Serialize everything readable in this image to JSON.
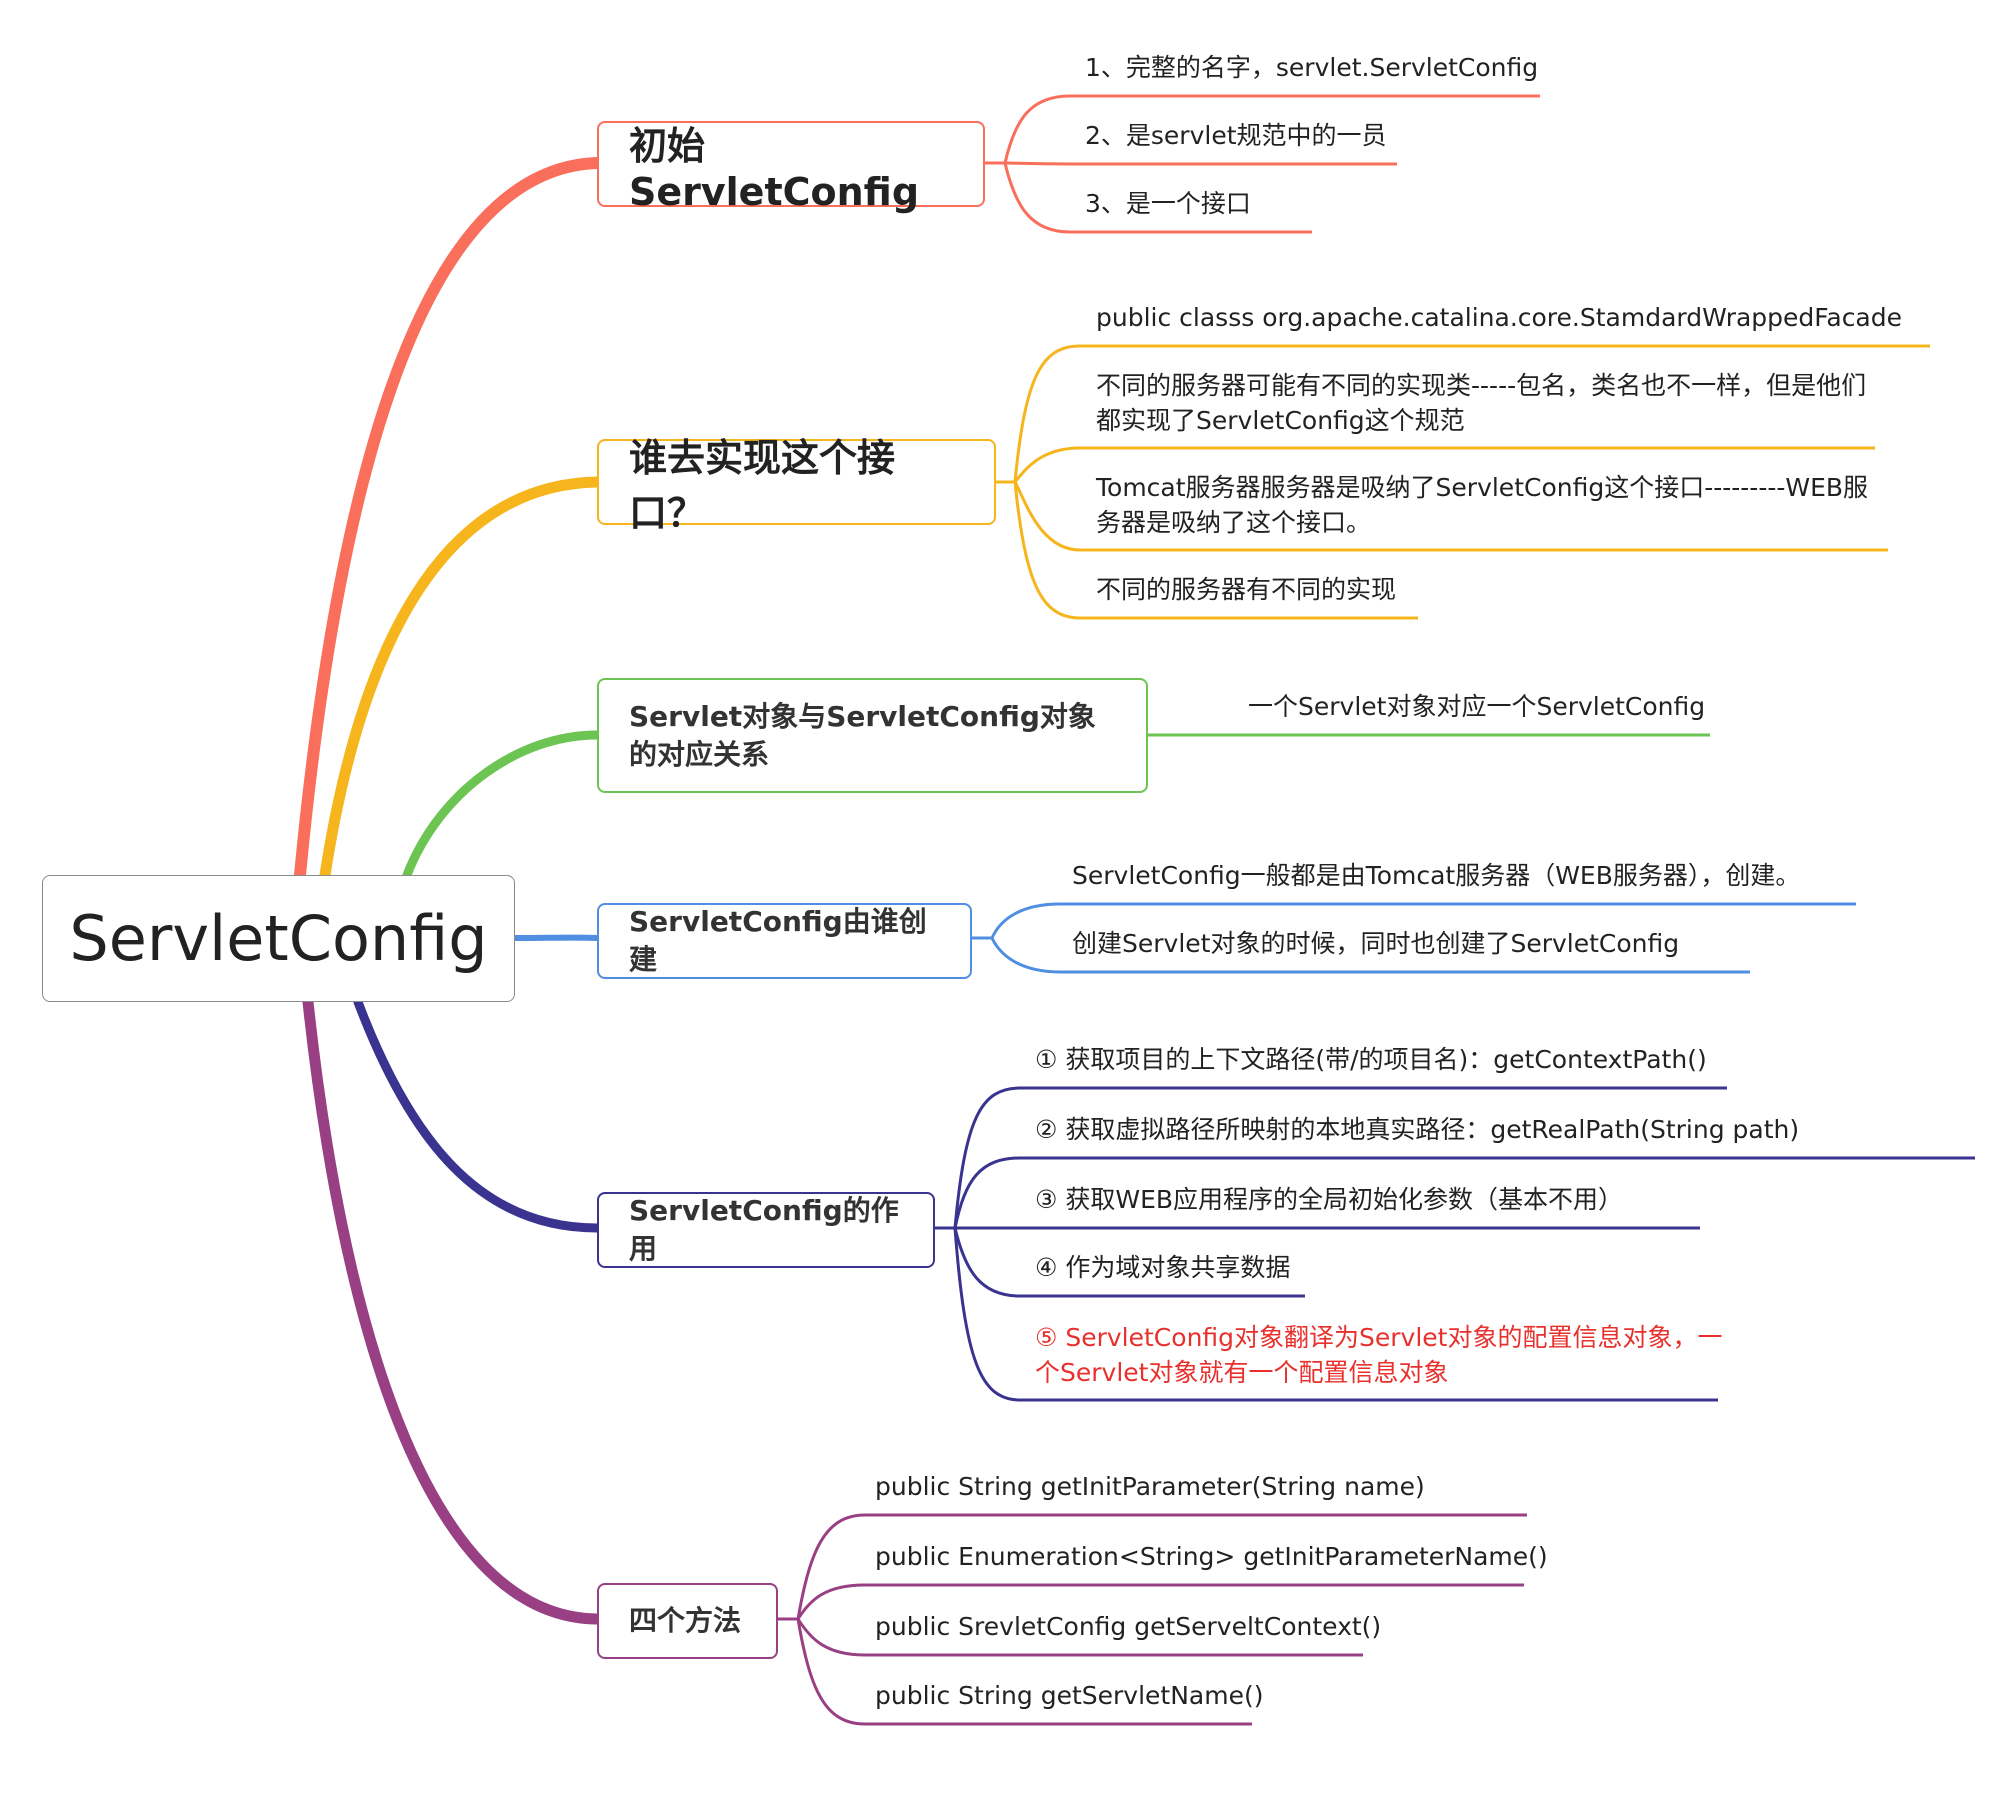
{
  "colors": {
    "root": "#8a8a8a",
    "b1": "#f96f5c",
    "b2": "#f6b51c",
    "b3": "#6cc553",
    "b4": "#4f8ee0",
    "b5": "#3a3390",
    "b6": "#984083",
    "highlight": "#e8302c"
  },
  "root": {
    "label": "ServletConfig"
  },
  "branches": [
    {
      "label": "初始ServletConfig",
      "items": [
        "1、完整的名字，servlet.ServletConfig",
        "2、是servlet规范中的一员",
        "3、是一个接口"
      ]
    },
    {
      "label": "谁去实现这个接口？",
      "items": [
        "public  classs    org.apache.catalina.core.StamdardWrappedFacade",
        "不同的服务器可能有不同的实现类-----包名，类名也不一样，但是他们都实现了ServletConfig这个规范",
        "Tomcat服务器服务器是吸纳了ServletConfig这个接口---------WEB服务器是吸纳了这个接口。",
        "不同的服务器有不同的实现"
      ]
    },
    {
      "label": "Servlet对象与ServletConfig对象的对应关系",
      "items": [
        "一个Servlet对象对应一个ServletConfig"
      ]
    },
    {
      "label": "ServletConfig由谁创建",
      "items": [
        "ServletConfig一般都是由Tomcat服务器（WEB服务器），创建。",
        "创建Servlet对象的时候，同时也创建了ServletConfig"
      ]
    },
    {
      "label": "ServletConfig的作用",
      "items": [
        "① 获取项目的上下文路径(带/的项目名)：getContextPath()",
        "②  获取虚拟路径所映射的本地真实路径：getRealPath(String path)",
        "③ 获取WEB应用程序的全局初始化参数（基本不用）",
        "④ 作为域对象共享数据",
        "⑤ ServletConfig对象翻译为Servlet对象的配置信息对象，一个Servlet对象就有一个配置信息对象"
      ]
    },
    {
      "label": "四个方法",
      "items": [
        "public String getInitParameter(String name)",
        "public Enumeration<String> getInitParameterName()",
        "public SrevletConfig getServeltContext()",
        "public String getServletName()"
      ]
    }
  ]
}
